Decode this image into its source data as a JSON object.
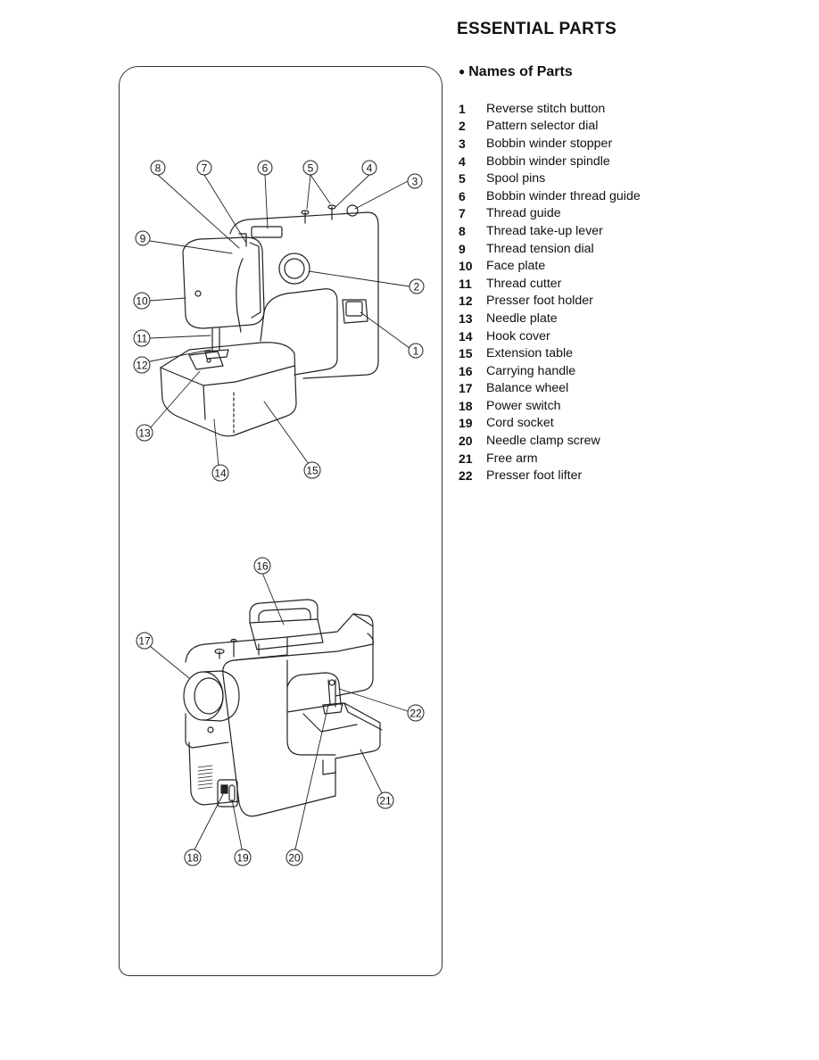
{
  "page": {
    "title": "ESSENTIAL PARTS",
    "subtitle": "Names of Parts"
  },
  "parts": [
    {
      "num": "1",
      "name": "Reverse stitch button"
    },
    {
      "num": "2",
      "name": "Pattern selector dial"
    },
    {
      "num": "3",
      "name": "Bobbin winder stopper"
    },
    {
      "num": "4",
      "name": "Bobbin winder spindle"
    },
    {
      "num": "5",
      "name": "Spool pins"
    },
    {
      "num": "6",
      "name": "Bobbin winder thread guide"
    },
    {
      "num": "7",
      "name": "Thread guide"
    },
    {
      "num": "8",
      "name": "Thread take-up lever"
    },
    {
      "num": "9",
      "name": "Thread tension dial"
    },
    {
      "num": "10",
      "name": "Face plate"
    },
    {
      "num": "11",
      "name": "Thread cutter"
    },
    {
      "num": "12",
      "name": "Presser foot holder"
    },
    {
      "num": "13",
      "name": "Needle plate"
    },
    {
      "num": "14",
      "name": "Hook cover"
    },
    {
      "num": "15",
      "name": "Extension table"
    },
    {
      "num": "16",
      "name": "Carrying handle"
    },
    {
      "num": "17",
      "name": "Balance wheel"
    },
    {
      "num": "18",
      "name": "Power switch"
    },
    {
      "num": "19",
      "name": "Cord socket"
    },
    {
      "num": "20",
      "name": "Needle clamp screw"
    },
    {
      "num": "21",
      "name": "Free arm"
    },
    {
      "num": "22",
      "name": "Presser foot lifter"
    }
  ],
  "callouts": {
    "c1": "1",
    "c2": "2",
    "c3": "3",
    "c4": "4",
    "c5": "5",
    "c6": "6",
    "c7": "7",
    "c8": "8",
    "c9": "9",
    "c10": "10",
    "c11": "11",
    "c12": "12",
    "c13": "13",
    "c14": "14",
    "c15": "15",
    "c16": "16",
    "c17": "17",
    "c18": "18",
    "c19": "19",
    "c20": "20",
    "c21": "21",
    "c22": "22"
  }
}
